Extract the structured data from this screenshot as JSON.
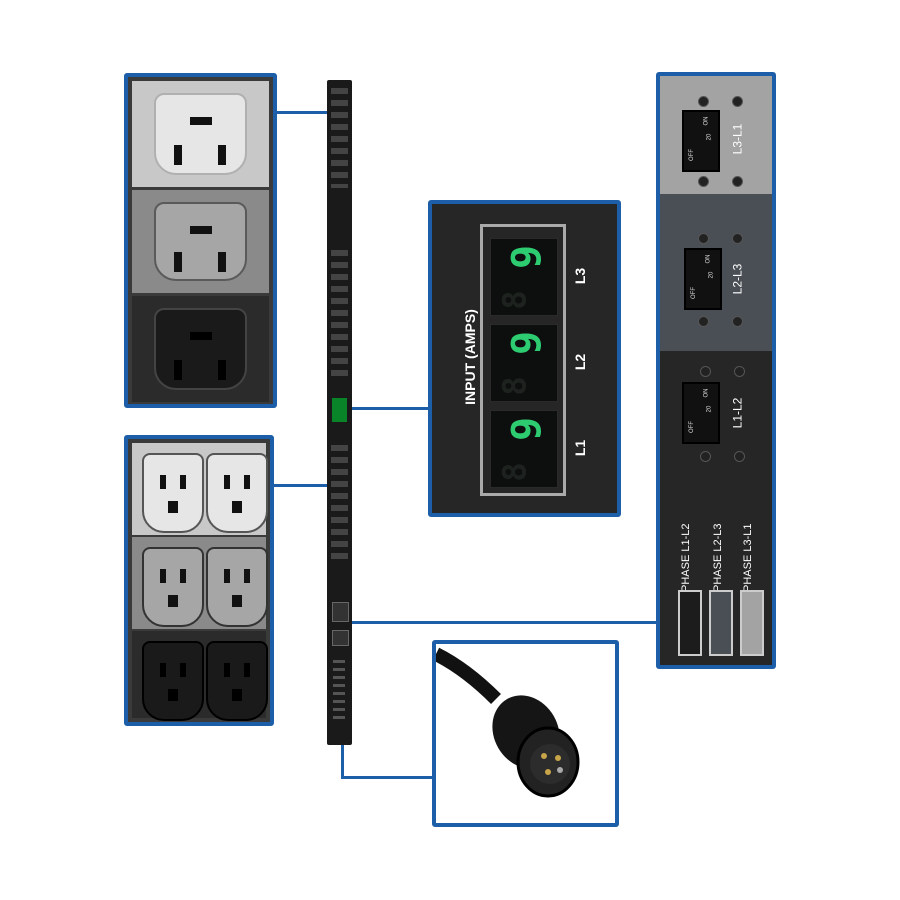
{
  "colors": {
    "callout_border": "#1d5ea8",
    "led_green": "#2ecc71",
    "pdu_body": "#1a1a1a"
  },
  "display_panel": {
    "title": "INPUT (AMPS)",
    "readouts": [
      {
        "label": "L3",
        "value": "9"
      },
      {
        "label": "L2",
        "value": "9"
      },
      {
        "label": "L1",
        "value": "9"
      }
    ]
  },
  "breaker_panel": {
    "breakers": [
      {
        "label": "L3-L1",
        "on": "ON",
        "off": "OFF",
        "rating": "20"
      },
      {
        "label": "L2-L3",
        "on": "ON",
        "off": "OFF",
        "rating": "20"
      },
      {
        "label": "L1-L2",
        "on": "ON",
        "off": "OFF",
        "rating": "20"
      }
    ],
    "legend": [
      "PHASE L1-L2",
      "PHASE L2-L3",
      "PHASE L3-L1"
    ]
  },
  "outlets": {
    "c19_icons": [
      "c19-outlet-icon",
      "c19-outlet-icon",
      "c19-outlet-icon"
    ],
    "c13_icons": [
      "c13-outlet-icon",
      "c13-outlet-icon"
    ]
  },
  "plug": {
    "icon": "twist-lock-plug-icon"
  }
}
